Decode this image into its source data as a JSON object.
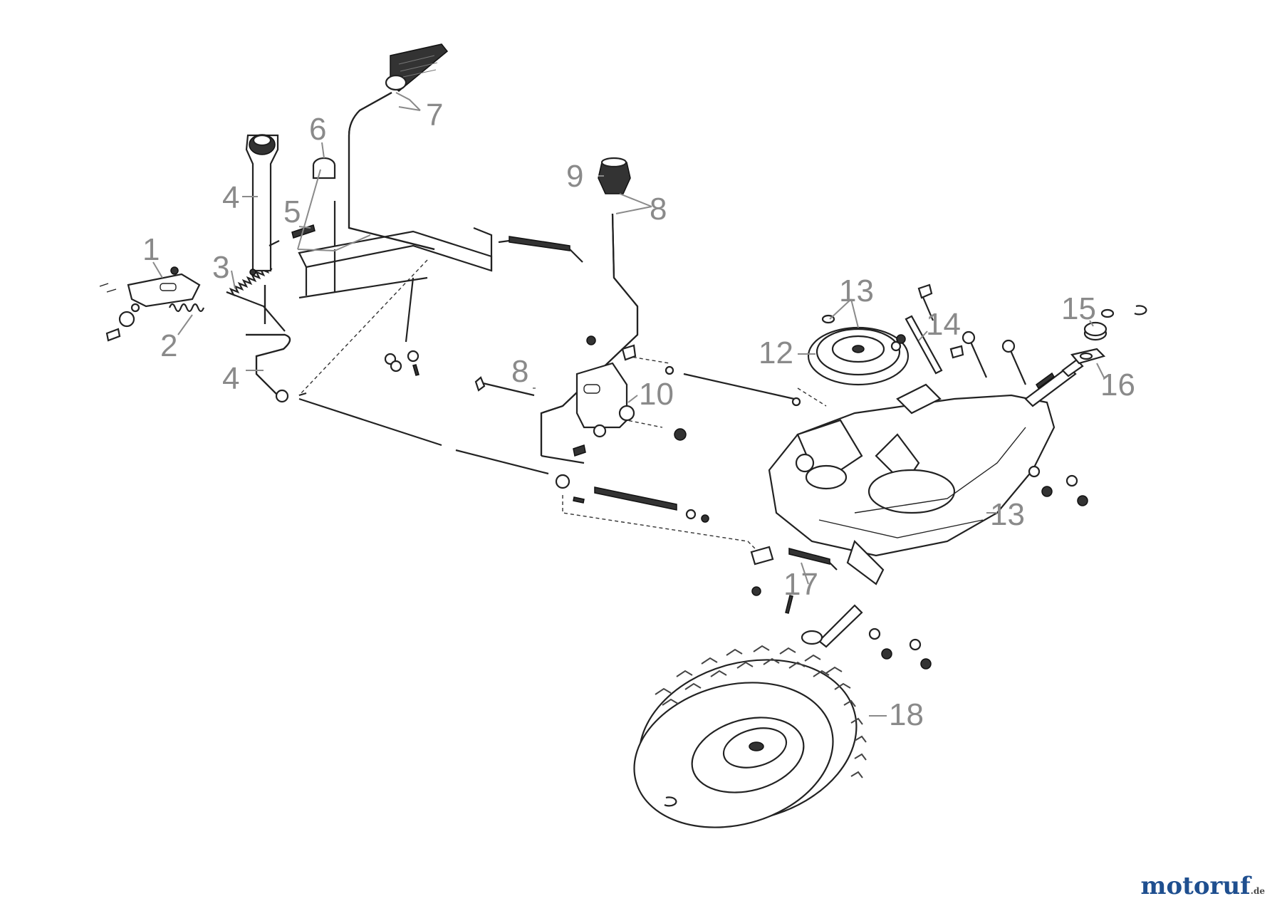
{
  "diagram": {
    "callouts": [
      {
        "id": "c1",
        "label": "1"
      },
      {
        "id": "c2",
        "label": "2"
      },
      {
        "id": "c3",
        "label": "3"
      },
      {
        "id": "c4a",
        "label": "4"
      },
      {
        "id": "c4b",
        "label": "4"
      },
      {
        "id": "c5",
        "label": "5"
      },
      {
        "id": "c6",
        "label": "6"
      },
      {
        "id": "c7",
        "label": "7"
      },
      {
        "id": "c8a",
        "label": "8"
      },
      {
        "id": "c8b",
        "label": "8"
      },
      {
        "id": "c9",
        "label": "9"
      },
      {
        "id": "c10",
        "label": "10"
      },
      {
        "id": "c12",
        "label": "12"
      },
      {
        "id": "c13a",
        "label": "13"
      },
      {
        "id": "c13b",
        "label": "13"
      },
      {
        "id": "c14",
        "label": "14"
      },
      {
        "id": "c15",
        "label": "15"
      },
      {
        "id": "c16",
        "label": "16"
      },
      {
        "id": "c17",
        "label": "17"
      },
      {
        "id": "c18",
        "label": "18"
      }
    ]
  },
  "watermark": {
    "brand": "motoruf",
    "tld": ".de",
    "brand_color": "#1f4f8f"
  }
}
